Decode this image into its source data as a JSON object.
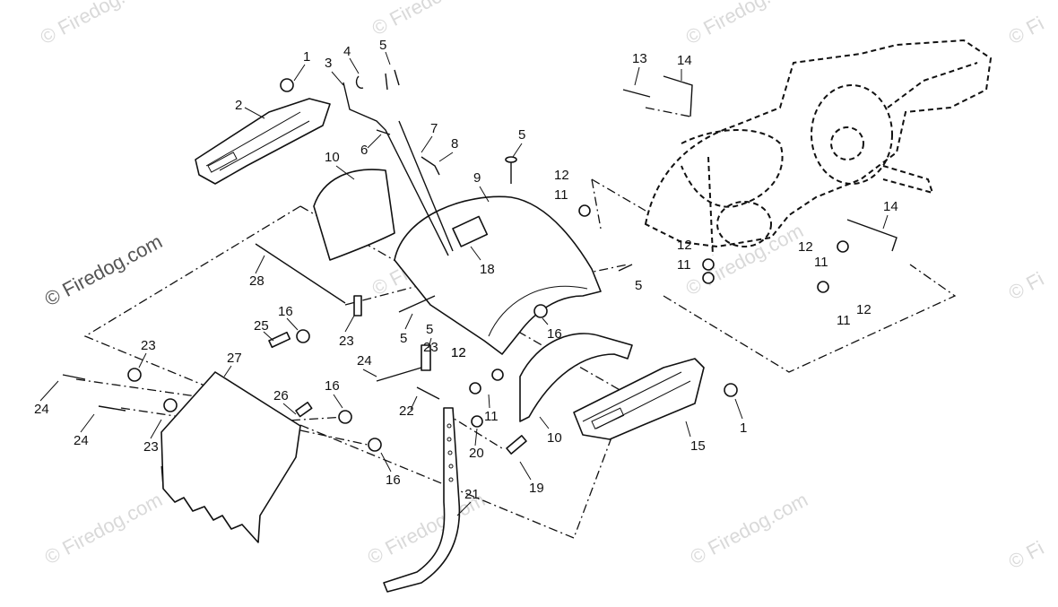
{
  "watermark": {
    "text": "© Firedog.com",
    "short_text": "© Firedo",
    "edge_text": "© Fi",
    "main_text": "© Firedog.com"
  },
  "part_numbers": [
    "1",
    "2",
    "3",
    "4",
    "5",
    "5",
    "6",
    "7",
    "8",
    "9",
    "10",
    "5",
    "12",
    "11",
    "13",
    "14",
    "12",
    "11",
    "14",
    "12",
    "11",
    "11",
    "12",
    "28",
    "18",
    "5",
    "16",
    "25",
    "23",
    "5",
    "23",
    "12",
    "16",
    "10",
    "15",
    "1",
    "23",
    "27",
    "24",
    "12",
    "11",
    "16",
    "26",
    "22",
    "24",
    "24",
    "23",
    "20",
    "16",
    "19",
    "21"
  ]
}
